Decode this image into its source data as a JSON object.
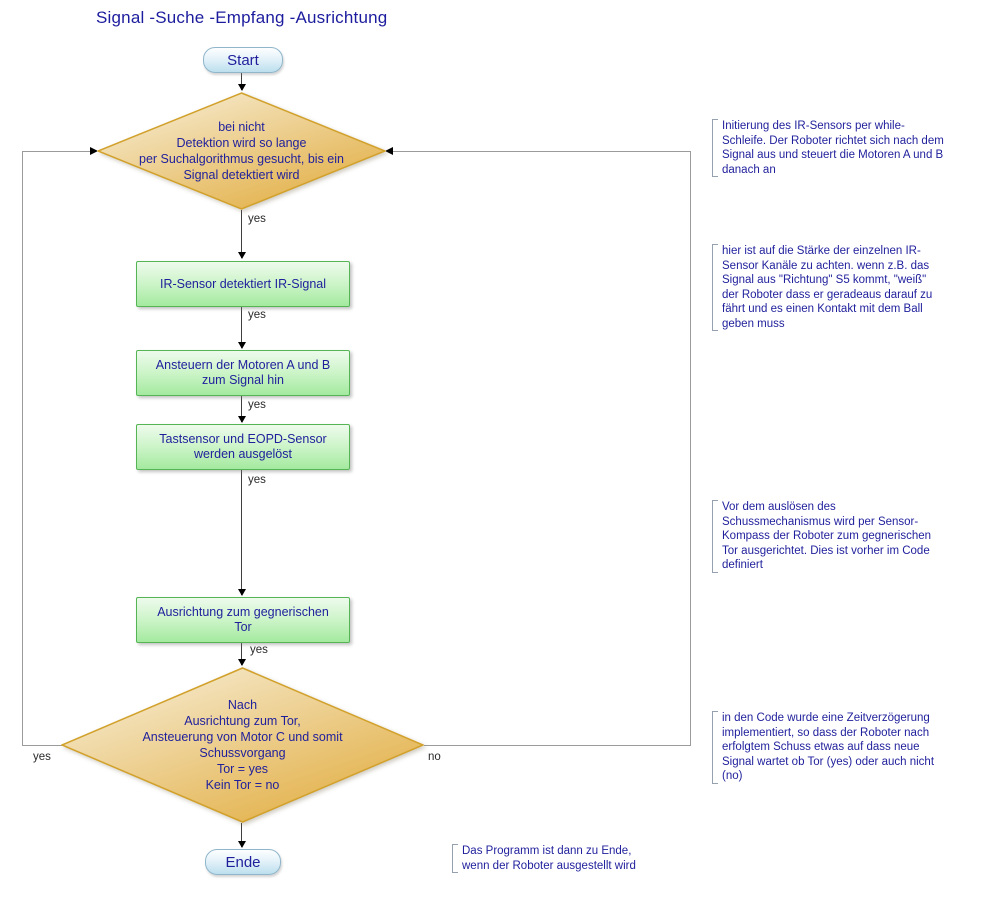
{
  "title": "Signal -Suche -Empfang -Ausrichtung",
  "flowchart": {
    "start_label": "Start",
    "end_label": "Ende",
    "decision_search": "bei nicht\nDetektion wird so lange\nper Suchalgorithmus gesucht, bis ein\nSignal detektiert wird",
    "process_detect": "IR-Sensor detektiert IR-Signal",
    "process_motors": "Ansteuern der Motoren A und B\nzum Signal hin",
    "process_sensors": "Tastsensor und EOPD-Sensor\nwerden ausgelöst",
    "process_align": "Ausrichtung zum gegnerischen\nTor",
    "decision_shot": "Nach\nAusrichtung zum Tor,\nAnsteuerung von Motor C und somit\nSchussvorgang\nTor = yes\nKein Tor = no"
  },
  "labels": {
    "yes": "yes",
    "no": "no"
  },
  "annotations": [
    {
      "text": "Initierung des IR-Sensors per while-\nSchleife. Der Roboter richtet sich nach dem\nSignal aus und steuert die Motoren A und B\ndanach an"
    },
    {
      "text": "hier ist auf die Stärke der einzelnen IR-\nSensor Kanäle zu achten. wenn z.B. das\nSignal aus \"Richtung\" S5 kommt, \"weiß\"\nder Roboter dass er geradeaus darauf zu\nfährt und es einen Kontakt mit dem Ball\ngeben muss"
    },
    {
      "text": "Vor dem auslösen des\nSchussmechanismus wird per Sensor-\nKompass der Roboter zum gegnerischen\nTor ausgerichtet. Dies ist vorher im Code\ndefiniert"
    },
    {
      "text": "in den Code wurde eine Zeitverzögerung\nimplementiert, so dass der Roboter nach\nerfolgtem Schuss etwas auf dass neue\nSignal wartet ob Tor (yes) oder auch nicht\n(no)"
    },
    {
      "text": "Das Programm ist dann zu Ende,\nwenn der Roboter ausgestellt wird"
    }
  ],
  "colors": {
    "decision_fill_light": "#f8f1de",
    "decision_fill_dark": "#e2ae43",
    "decision_border": "#d2a12b",
    "process_fill": "#a4ea9f",
    "process_border": "#55b555",
    "terminal_fill": "#bcdfee",
    "terminal_border": "#8fb6ca",
    "node_text": "#1f1f9c",
    "loop_line": "#9b9b9b"
  }
}
